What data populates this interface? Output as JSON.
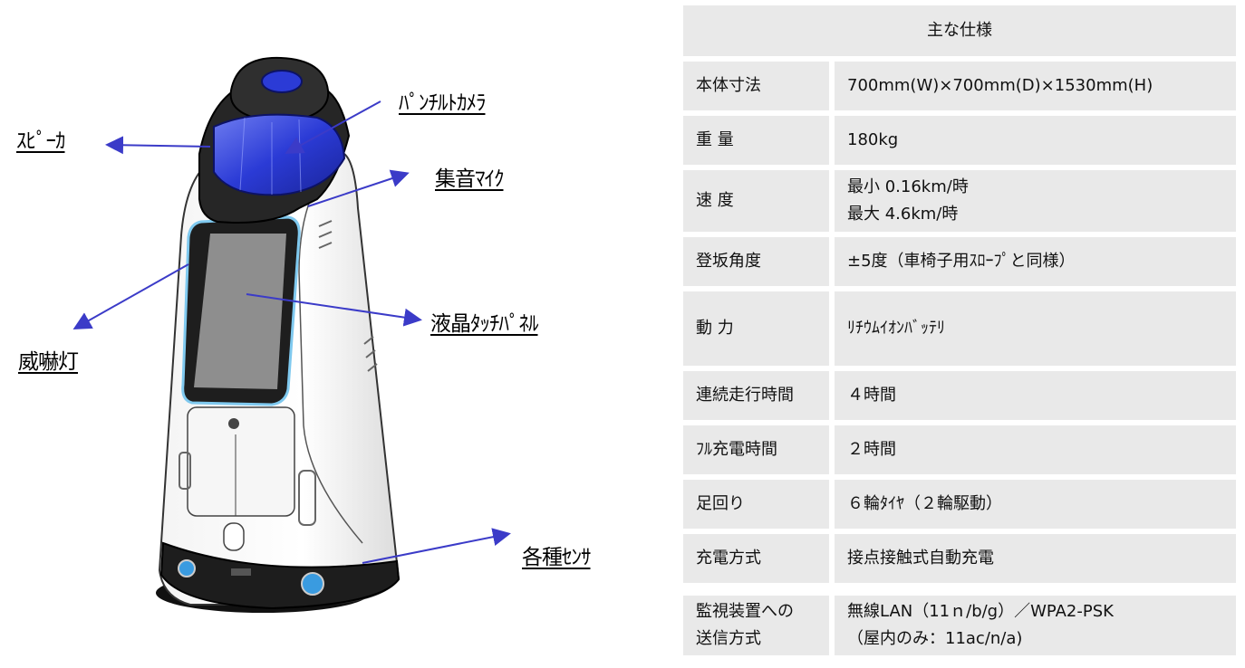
{
  "callouts": {
    "speaker": "ｽﾋﾟｰｶ",
    "pan_tilt_camera": "ﾊﾟﾝﾁﾙﾄｶﾒﾗ",
    "microphone": "集音ﾏｲｸ",
    "warning_light": "威嚇灯",
    "touch_panel": "液晶ﾀｯﾁﾊﾟﾈﾙ",
    "sensors": "各種ｾﾝｻ"
  },
  "colors": {
    "table_bg": "#e9e9e9",
    "arrow": "#3b3bc8",
    "camera_blue": "#2b3bd6"
  },
  "spec_table": {
    "title": "主な仕様",
    "rows": [
      {
        "label": "本体寸法",
        "value": "700mm(W)×700mm(D)×1530mm(H)"
      },
      {
        "label": "重 量",
        "value": "180kg"
      },
      {
        "label": "速 度",
        "value": "最小 0.16km/時",
        "value2": "最大 4.6km/時"
      },
      {
        "label": "登坂角度",
        "value": "±5度（車椅子用ｽﾛｰﾌﾟと同様）"
      },
      {
        "label": "動 力",
        "value": "ﾘﾁｳﾑｲｵﾝﾊﾞｯﾃﾘ"
      },
      {
        "label": "連続走行時間",
        "value": "４時間"
      },
      {
        "label": "ﾌﾙ充電時間",
        "value": "２時間"
      },
      {
        "label": "足回り",
        "value": "６輪ﾀｲﾔ（２輪駆動）"
      },
      {
        "label": "充電方式",
        "value": "接点接触式自動充電"
      },
      {
        "label": "監視装置への",
        "label2": "送信方式",
        "value": "無線LAN（11ｎ/b/g）／WPA2-PSK",
        "value2": "（屋内のみ：11ac/n/a)"
      }
    ]
  }
}
